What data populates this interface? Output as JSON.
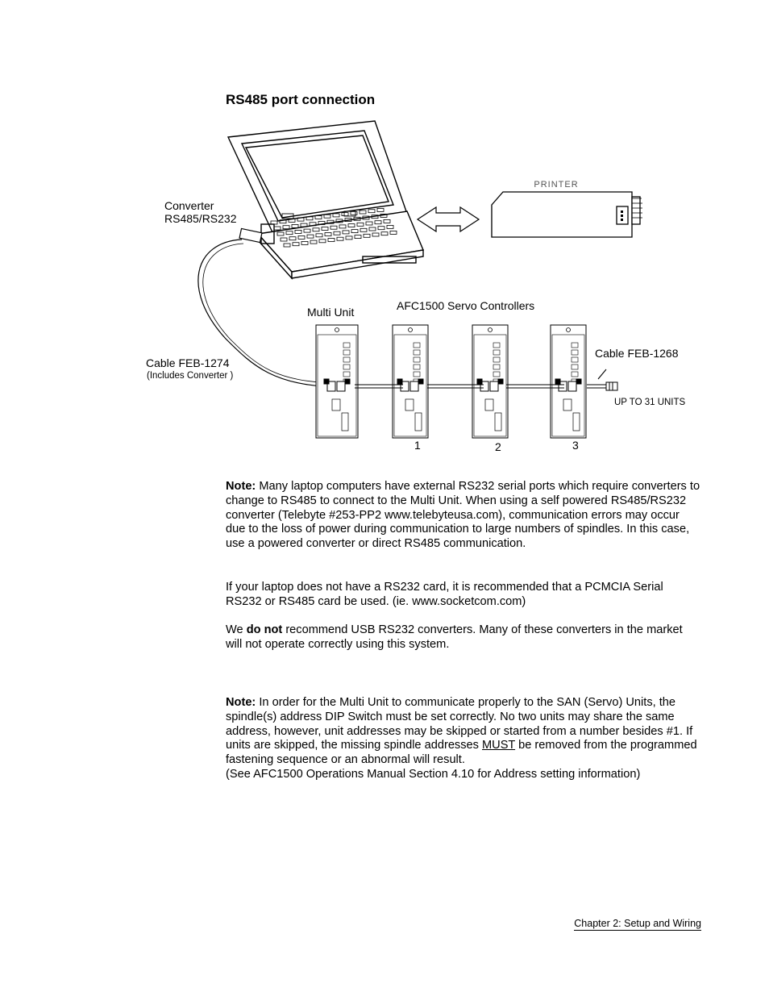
{
  "title": "RS485 port connection",
  "diagram": {
    "converter_label_line1": "Converter",
    "converter_label_line2": "RS485/RS232",
    "printer_label": "PRINTER",
    "multi_unit_label": "Multi Unit",
    "servo_label": "AFC1500 Servo Controllers",
    "cable_1274_label": "Cable FEB-1274",
    "cable_1274_sub": "(Includes Converter )",
    "cable_1268_label": "Cable FEB-1268",
    "up_to_units": "UP TO 31 UNITS",
    "unit_numbers": [
      "1",
      "2",
      "3"
    ]
  },
  "notes": {
    "note1_bold": "Note:",
    "note1_text": " Many laptop computers have external RS232 serial ports which require converters to change to RS485 to connect to the Multi Unit.  When using a self powered RS485/RS232 converter (Telebyte #253-PP2  www.telebyteusa.com), communication errors may occur due to the loss of power during communication to large numbers of spindles.  In this case, use a powered converter or direct RS485 communication.",
    "para2": "If your laptop does not have a RS232 card, it is recommended that a PCMCIA Serial RS232 or RS485 card be used. (ie. www.socketcom.com)",
    "para3_pre": "We ",
    "para3_bold": "do not",
    "para3_post": " recommend USB RS232 converters.  Many of these converters in the market will not operate correctly using this system.",
    "note2_bold": "Note:",
    "note2_text_a": " In order for the Multi Unit to communicate properly to the SAN (Servo) Units, the spindle(s) address DIP Switch must be set correctly.  No two units may share the same address, however, unit addresses may be skipped or started from a number besides #1.  If units are skipped, the missing spindle addresses ",
    "note2_underline": "MUST",
    "note2_text_b": " be removed from the programmed fastening sequence or an abnormal will result.",
    "note2_line_last": "(See AFC1500 Operations Manual Section 4.10 for Address setting information)"
  },
  "footer": "Chapter 2: Setup and Wiring"
}
